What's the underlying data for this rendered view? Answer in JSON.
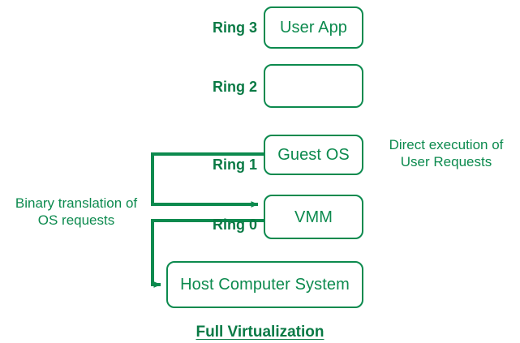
{
  "diagram": {
    "title": "Full Virtualization",
    "accent_color": "#0c8a4e",
    "label_color": "#0a7a45",
    "boxes": [
      {
        "name": "user-app",
        "label": "User App"
      },
      {
        "name": "ring2-empty",
        "label": ""
      },
      {
        "name": "guest-os",
        "label": "Guest OS"
      },
      {
        "name": "vmm",
        "label": "VMM"
      },
      {
        "name": "host-computer-system",
        "label": "Host Computer System"
      }
    ],
    "ring_labels": [
      {
        "name": "ring-3",
        "label": "Ring 3"
      },
      {
        "name": "ring-2",
        "label": "Ring 2"
      },
      {
        "name": "ring-1",
        "label": "Ring 1"
      },
      {
        "name": "ring-0",
        "label": "Ring 0"
      }
    ],
    "annotations": {
      "left_note_line1": "Binary translation of",
      "left_note_line2": "OS requests",
      "right_note_line1": "Direct execution of",
      "right_note_line2": "User Requests"
    },
    "arrows": [
      {
        "name": "guest-os-to-vmm-arrow",
        "from": "guest-os",
        "to": "vmm"
      },
      {
        "name": "vmm-to-host-arrow",
        "from": "vmm",
        "to": "host-computer-system"
      }
    ]
  }
}
